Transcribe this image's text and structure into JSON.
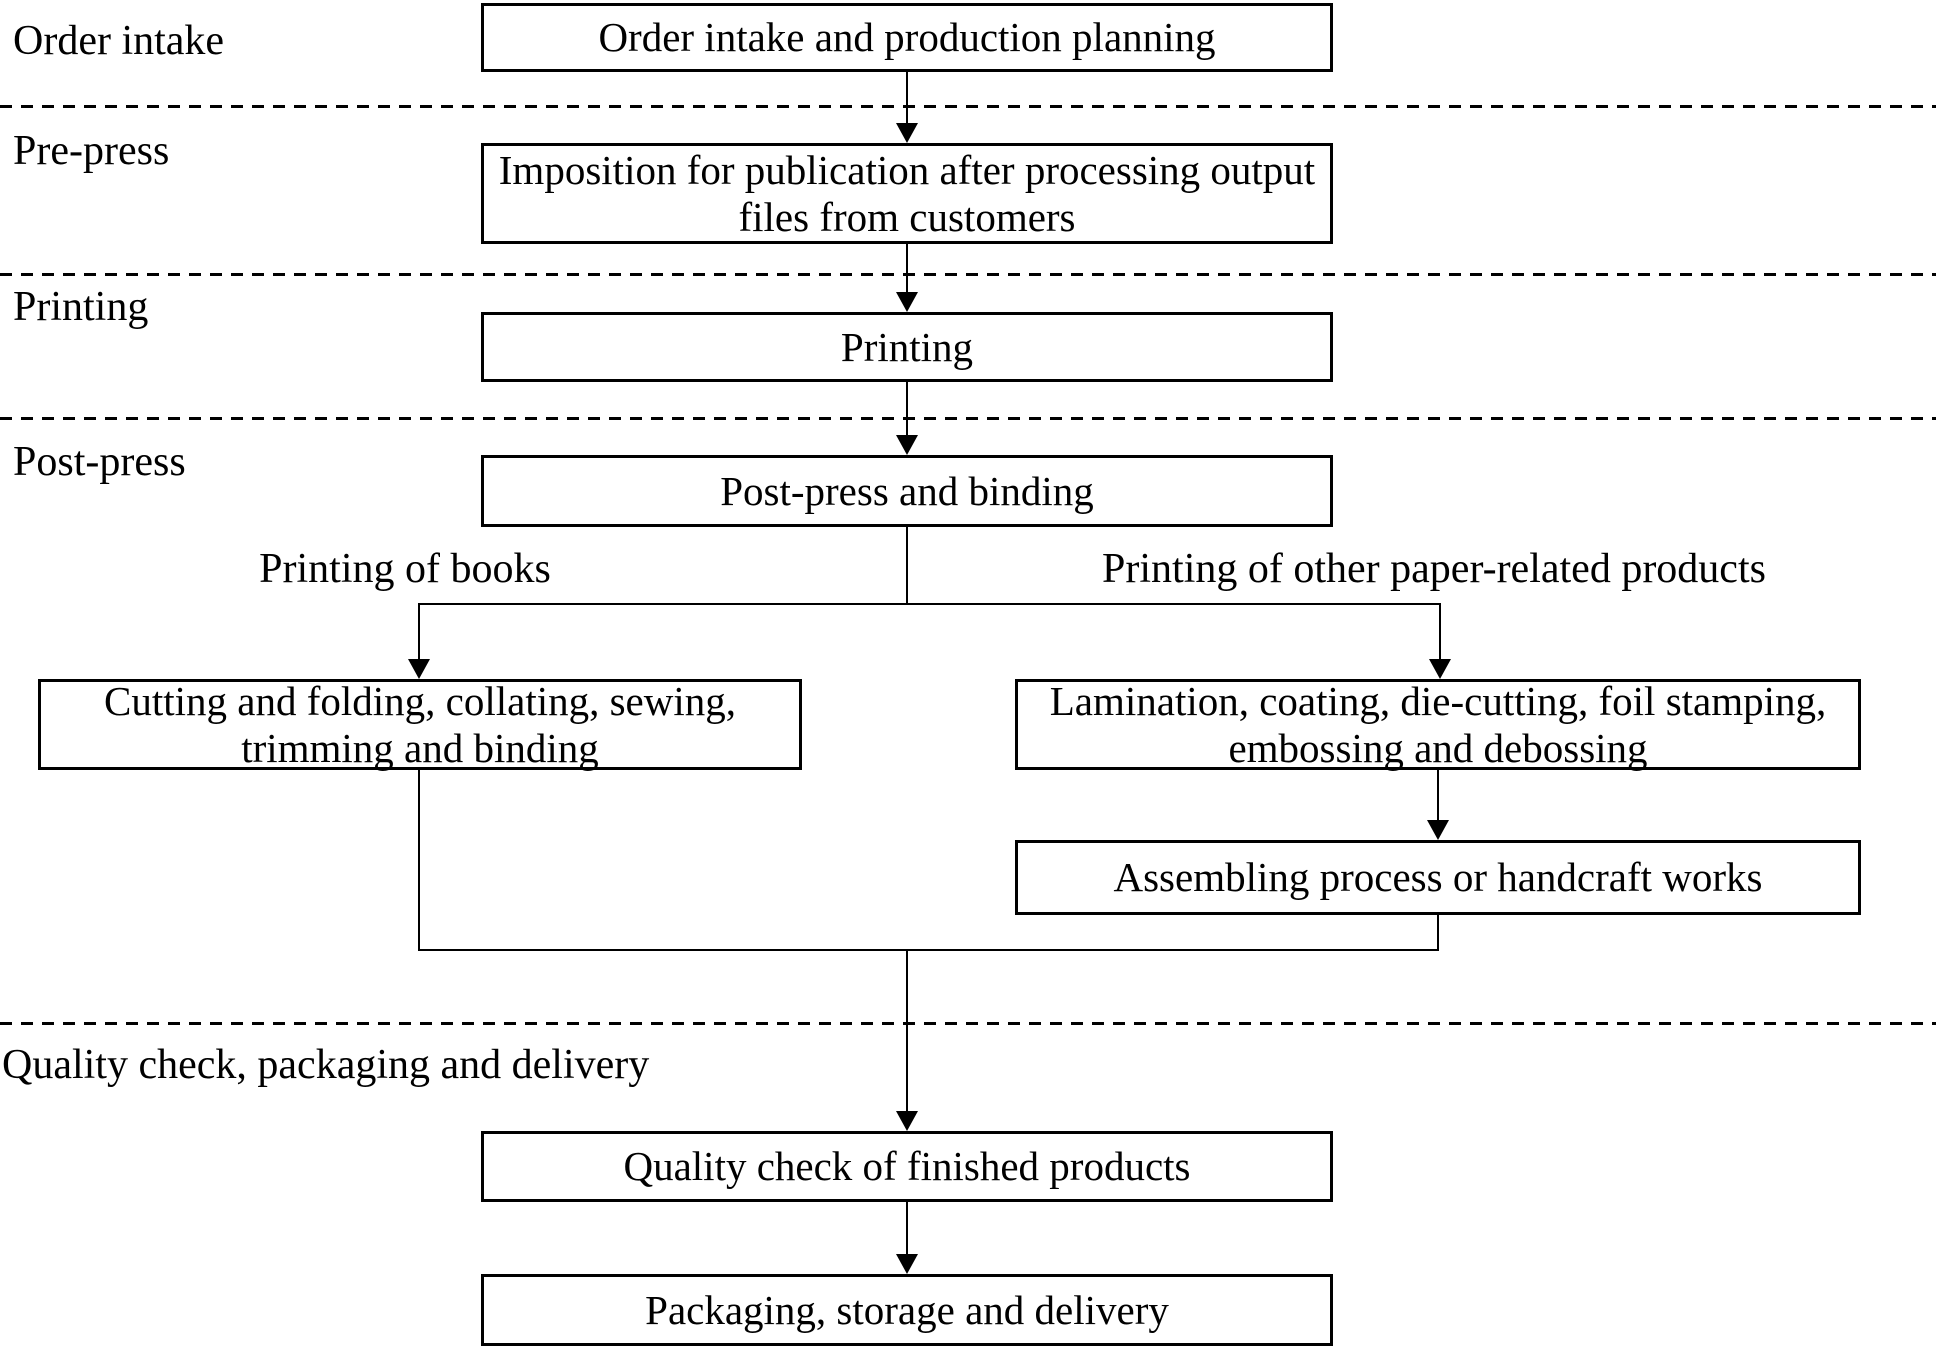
{
  "diagram": {
    "title": "Printing production process flowchart",
    "colors": {
      "line": "#000000",
      "background": "#ffffff",
      "text": "#000000"
    },
    "sections": {
      "order_intake": "Order intake",
      "pre_press": "Pre-press",
      "printing": "Printing",
      "post_press": "Post-press",
      "quality": "Quality check, packaging and delivery"
    },
    "nodes": {
      "order_planning": "Order intake and production planning",
      "imposition_line1": "Imposition for publication after processing output",
      "imposition_line2": "files from customers",
      "printing": "Printing",
      "post_press_binding": "Post-press and binding",
      "books_line1": "Cutting and folding, collating, sewing,",
      "books_line2": "trimming and binding",
      "other_line1": "Lamination, coating, die-cutting, foil stamping,",
      "other_line2": "embossing and debossing",
      "assembling": "Assembling process or handcraft works",
      "quality_check": "Quality check of finished products",
      "packaging": "Packaging, storage and delivery"
    },
    "branch_labels": {
      "books": "Printing of books",
      "other": "Printing of other paper-related products"
    }
  }
}
